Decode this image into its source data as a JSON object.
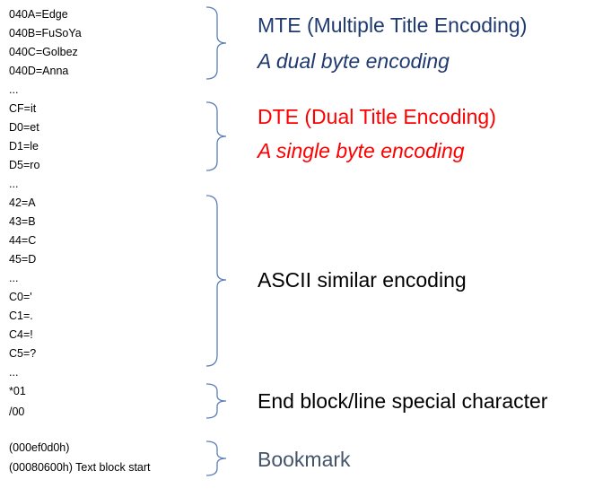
{
  "groups": [
    {
      "lines": [
        "040A=Edge",
        "040B=FuSoYa",
        "040C=Golbez",
        "040D=Anna"
      ],
      "title": "MTE (Multiple Title Encoding)",
      "subtitle": "A dual byte encoding"
    },
    {
      "lines": [
        "CF=it",
        "D0=et",
        "D1=le",
        "D5=ro"
      ],
      "title": "DTE (Dual Title Encoding)",
      "subtitle": "A single byte encoding"
    },
    {
      "lines": [
        "42=A",
        "43=B",
        "44=C",
        "45=D",
        "...",
        "C0='",
        "C1=.",
        "C4=!",
        "C5=?"
      ],
      "title": "ASCII similar encoding"
    },
    {
      "lines": [
        "*01",
        "/00"
      ],
      "title": "End block/line special character"
    },
    {
      "lines": [
        "(000ef0d0h)",
        "(00080600h) Text block start"
      ],
      "title": "Bookmark"
    }
  ],
  "ellipsis": [
    "...",
    "...",
    "..."
  ],
  "colors": {
    "mte": "#1f3a6e",
    "dte": "#ff0000",
    "ascii": "#000000",
    "end": "#000000",
    "bookmark": "#44546a",
    "brace": "#5b7fb8"
  }
}
